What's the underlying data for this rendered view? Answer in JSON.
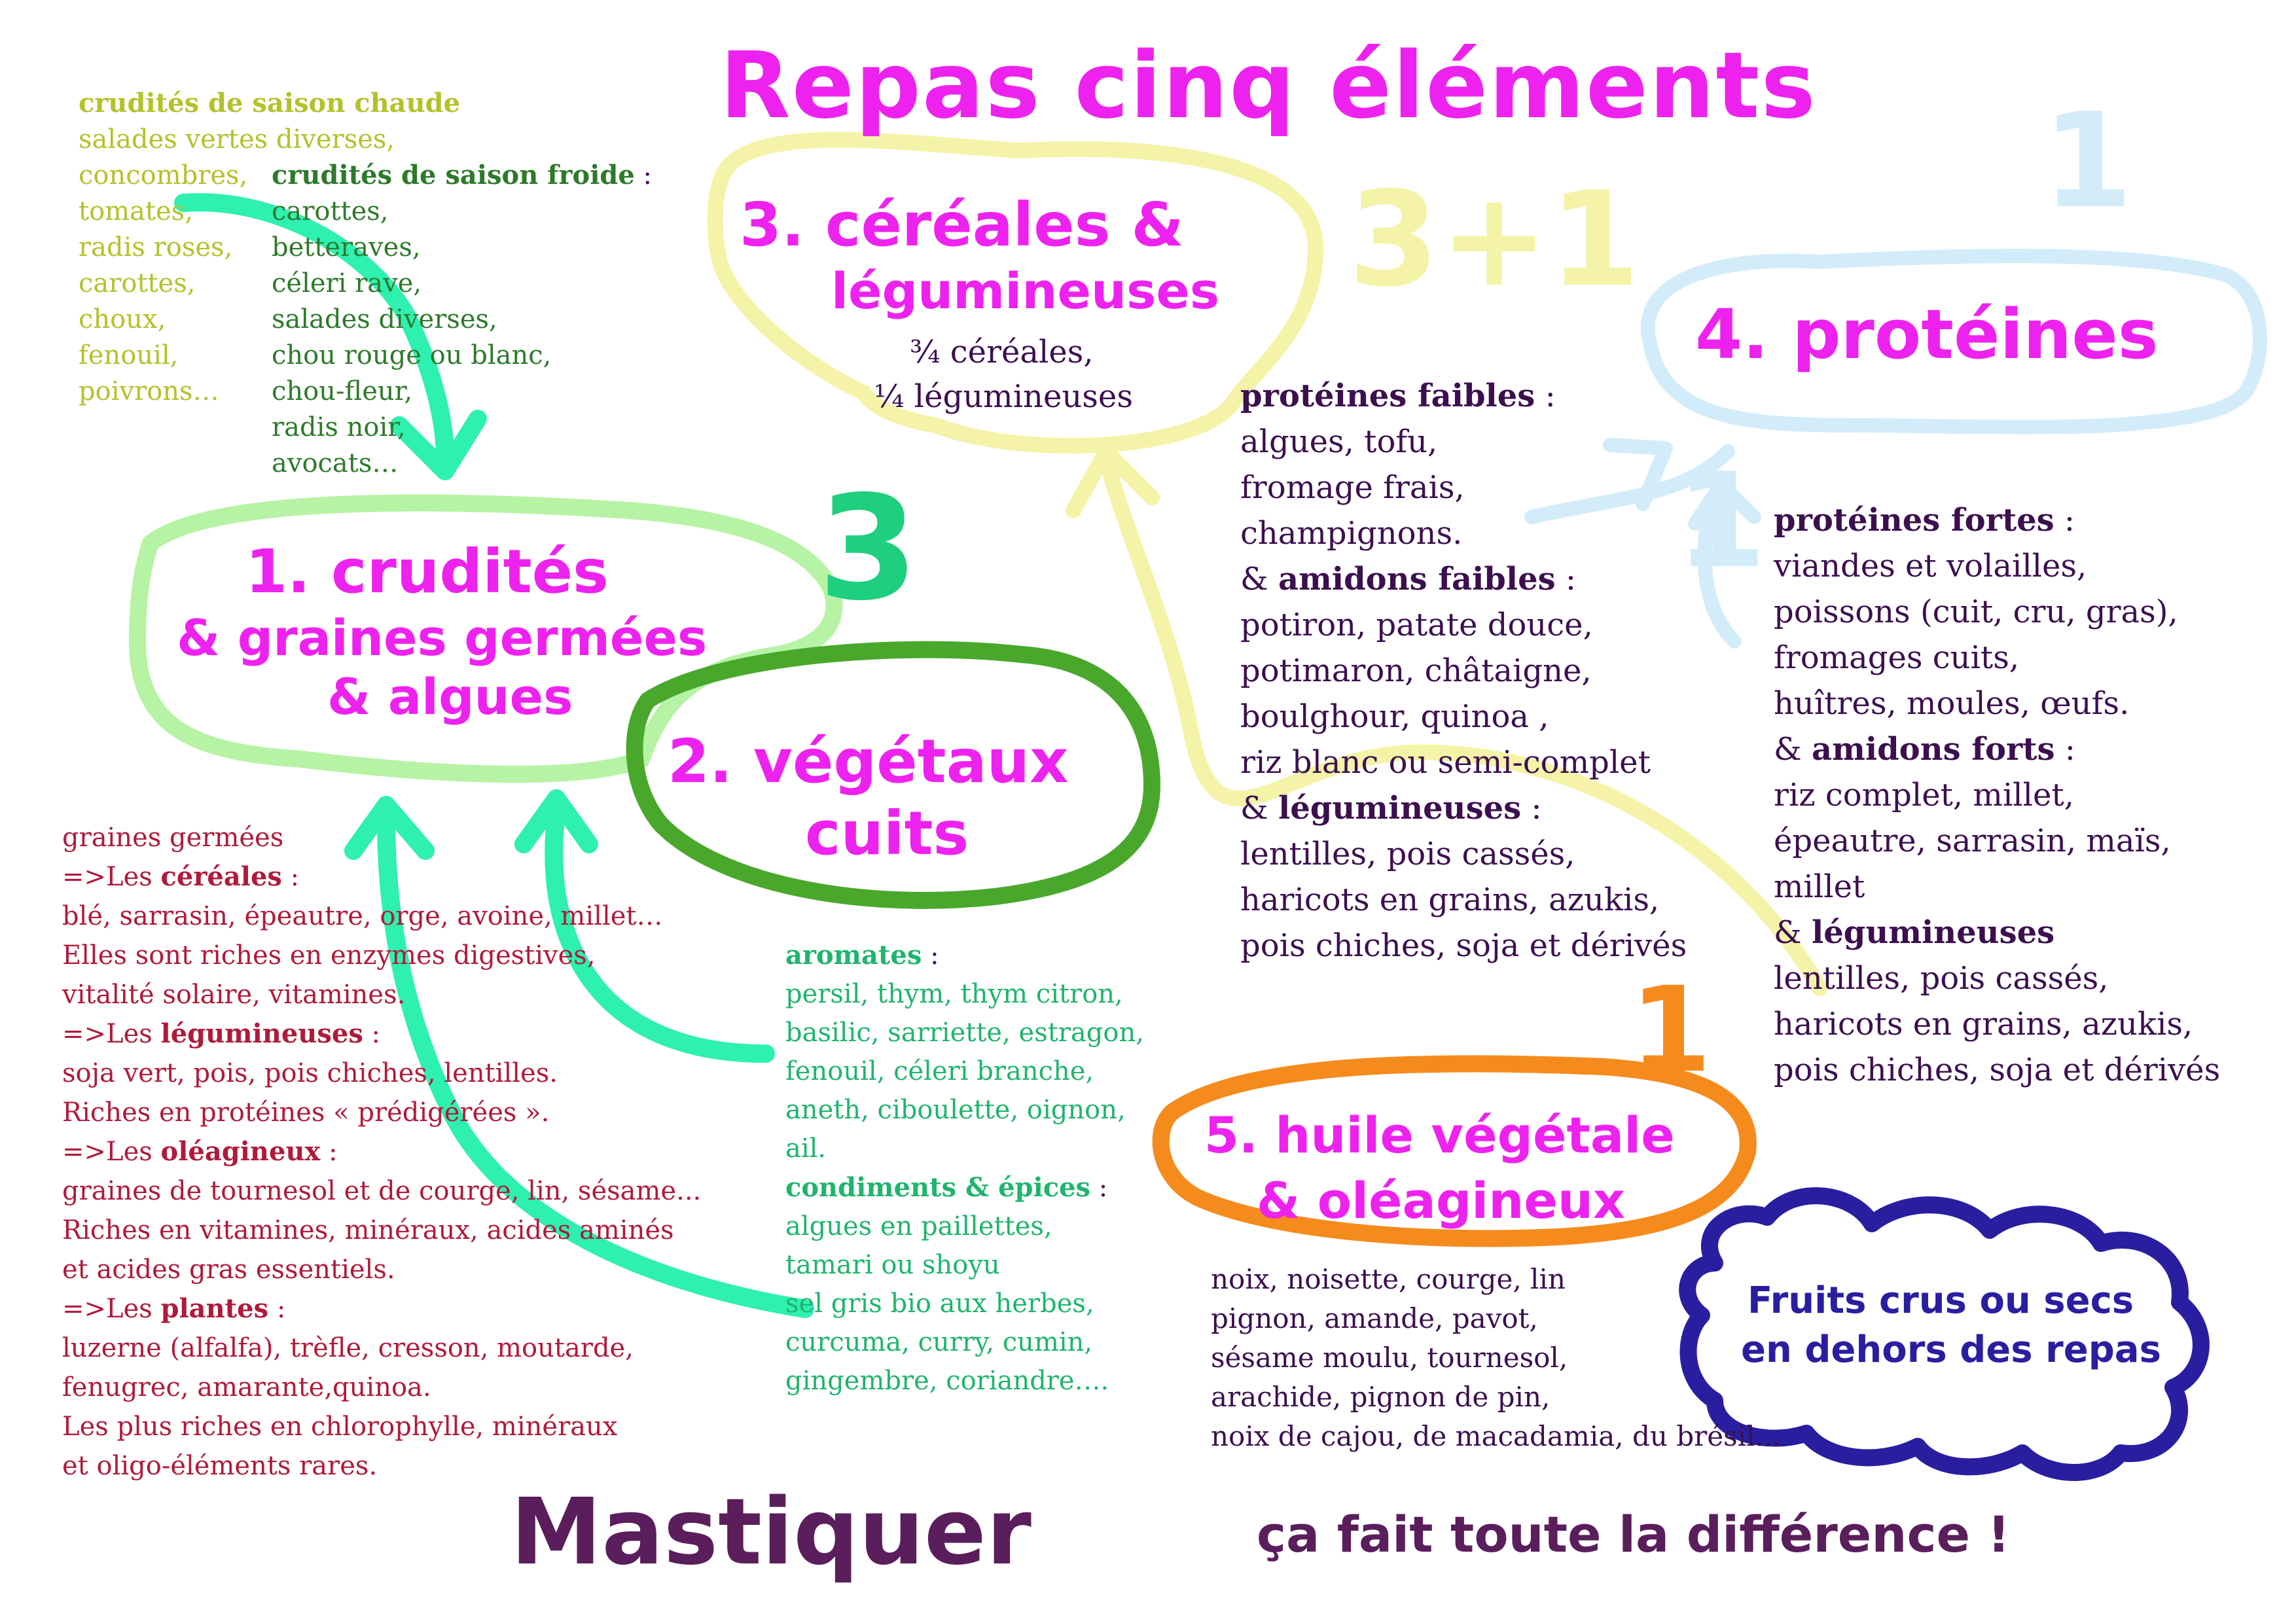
{
  "title": "Repas cinq éléments",
  "colors": {
    "magenta": "#ee22ee",
    "olive": "#b3c22a",
    "darkgreen": "#2d7a2a",
    "red": "#b01a3a",
    "aqua_green": "#1fb56c",
    "purple": "#3c0f4f",
    "navy": "#2a1ea0",
    "light_yellow": "#f4f3a8",
    "light_green": "#b6f3a4",
    "dark_green_stroke": "#49a82c",
    "light_blue": "#d3ecf9",
    "orange": "#f58b1d",
    "cyan_arrows": "#2ef0b0"
  },
  "numbers": {
    "three_plus_one": "3+1",
    "three": "3",
    "one_top": "1",
    "one_blue": "1",
    "one_orange": "1"
  },
  "bubbles": {
    "crudites": {
      "line1": "1. crudités",
      "line2": "& graines germées",
      "line3": "& algues"
    },
    "vegetaux": {
      "line1": "2. végétaux",
      "line2": "cuits"
    },
    "cereales": {
      "line1": "3. céréales &",
      "line2": "légumineuses",
      "line3": "¾ céréales,",
      "line4": "¼ légumineuses"
    },
    "proteines": {
      "line1": "4. protéines"
    },
    "huile": {
      "line1": "5. huile végétale",
      "line2": "& oléagineux"
    },
    "fruits": {
      "line1": "Fruits crus ou secs",
      "line2": "en dehors des repas"
    }
  },
  "saison_chaude": {
    "heading": "crudités de saison chaude",
    "items": [
      "salades vertes diverses,",
      "concombres,",
      "tomates,",
      "radis roses,",
      "carottes,",
      "choux,",
      "fenouil,",
      "poivrons…"
    ]
  },
  "saison_froide": {
    "heading": "crudités de saison froide",
    "colon": " :",
    "items": [
      "carottes,",
      "betteraves,",
      "céleri rave,",
      "salades diverses,",
      "chou rouge ou blanc,",
      "chou-fleur,",
      "radis noir,",
      "avocats…"
    ]
  },
  "germes": {
    "l1": "graines germées",
    "l2_pre": "=>Les ",
    "l2_b": "céréales",
    "l2_post": " :",
    "l3": "blé, sarrasin, épeautre, orge, avoine, millet…",
    "l4": "Elles sont riches en enzymes digestives,",
    "l5": "vitalité solaire, vitamines.",
    "l6_pre": "=>Les ",
    "l6_b": "légumineuses",
    "l6_post": " :",
    "l7": "soja vert, pois, pois chiches, lentilles.",
    "l8": "Riches en protéines « prédigérées ».",
    "l9_pre": "=>Les ",
    "l9_b": "oléagineux",
    "l9_post": " :",
    "l10": "graines de tournesol et de courge, lin, sésame...",
    "l11": "Riches en vitamines, minéraux, acides aminés",
    "l12": "et acides gras essentiels.",
    "l13_pre": "=>Les ",
    "l13_b": "plantes",
    "l13_post": " :",
    "l14": "luzerne (alfalfa), trèfle, cresson, moutarde,",
    "l15": "fenugrec, amarante,quinoa.",
    "l16": "Les plus riches en chlorophylle, minéraux",
    "l17": "et oligo-éléments rares."
  },
  "aromates": {
    "heading": "aromates",
    "colon": " :",
    "items": [
      "persil, thym, thym citron,",
      "basilic, sarriette, estragon,",
      "fenouil, céleri branche,",
      "aneth, ciboulette, oignon,",
      "ail."
    ],
    "heading2": "condiments & épices",
    "colon2": " :",
    "items2": [
      "algues en paillettes,",
      "tamari ou shoyu",
      "sel gris bio aux herbes,",
      "curcuma, curry, cumin,",
      "gingembre, coriandre…."
    ]
  },
  "prot_faibles": {
    "heading": "protéines faibles",
    "colon": " :",
    "items1": [
      "algues, tofu,",
      "fromage frais,",
      "champignons."
    ],
    "amp1": "& ",
    "heading2": "amidons faibles",
    "colon2": " :",
    "items2": [
      "potiron, patate douce,",
      "potimaron, châtaigne,",
      "boulghour, quinoa ,",
      "riz blanc ou semi-complet"
    ],
    "amp2": "& ",
    "heading3": "légumineuses",
    "colon3": " :",
    "items3": [
      "lentilles, pois cassés,",
      "haricots en grains, azukis,",
      "pois chiches, soja et dérivés"
    ]
  },
  "prot_fortes": {
    "heading": "protéines fortes",
    "colon": " :",
    "items1": [
      "viandes et volailles,",
      "poissons (cuit, cru, gras),",
      "fromages cuits,",
      "huîtres, moules, œufs."
    ],
    "amp1": "& ",
    "heading2": "amidons forts",
    "colon2": " :",
    "items2": [
      "riz complet, millet,",
      "épeautre, sarrasin, maïs,",
      "millet"
    ],
    "amp2": "& ",
    "heading3": "légumineuses",
    "items3": [
      "lentilles, pois cassés,",
      "haricots en grains, azukis,",
      "pois chiches, soja et dérivés"
    ]
  },
  "huile_items": [
    "noix, noisette, courge, lin",
    "pignon, amande, pavot,",
    "sésame moulu, tournesol,",
    "arachide, pignon de pin,",
    "noix de cajou, de macadamia, du brésil..."
  ],
  "footer": {
    "big": "Mastiquer",
    "rest": "ça fait toute la différence !"
  }
}
